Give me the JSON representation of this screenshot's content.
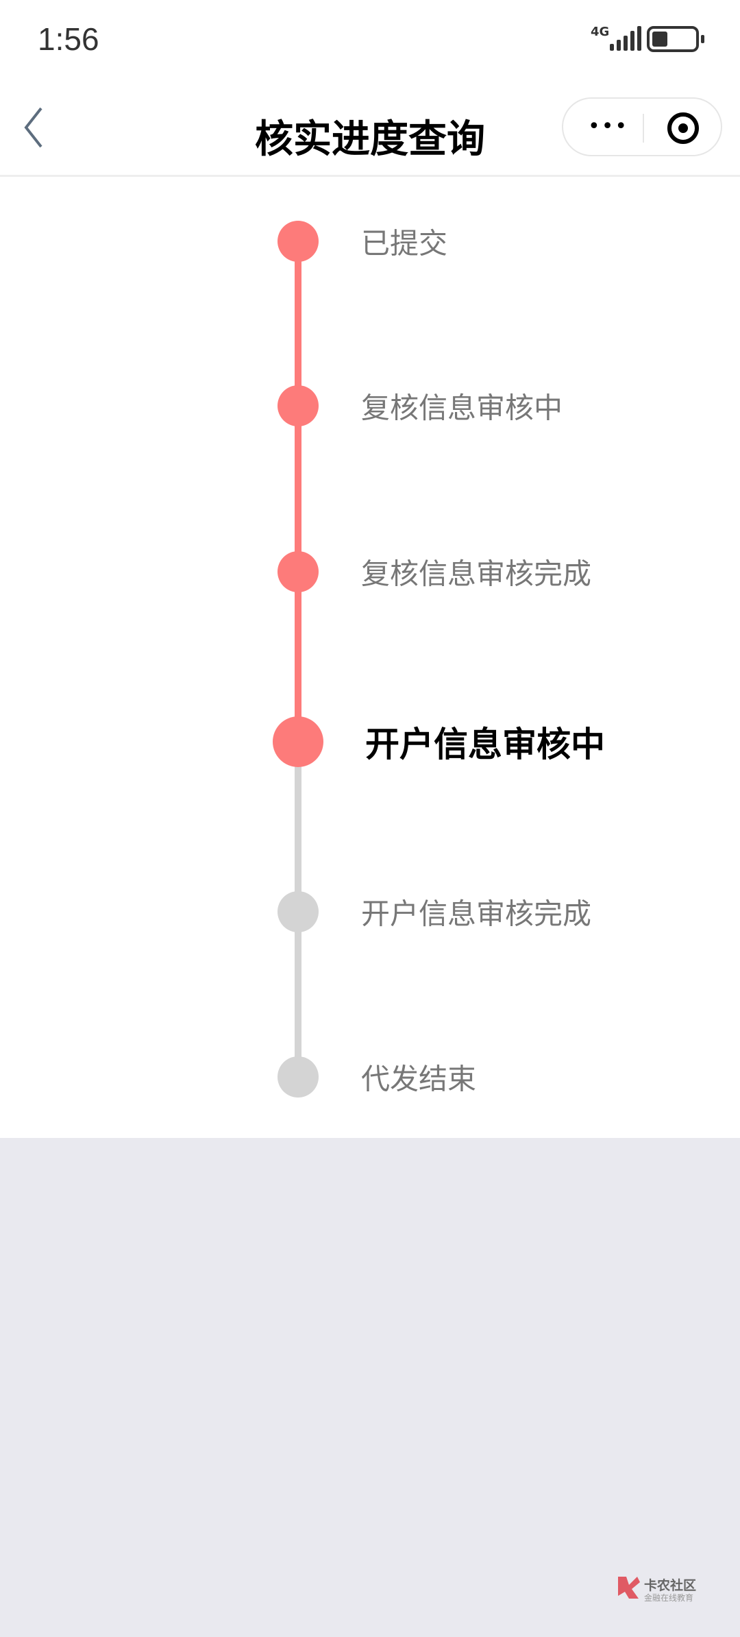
{
  "status_bar": {
    "time": "1:56",
    "network": "4G",
    "battery_level": 0.35
  },
  "nav": {
    "title": "核实进度查询",
    "more_label": "•••"
  },
  "colors": {
    "done": "#fd7b7a",
    "pending": "#d4d4d4",
    "background": "#e9e9ef"
  },
  "steps": [
    {
      "label": "已提交",
      "state": "done"
    },
    {
      "label": "复核信息审核中",
      "state": "done"
    },
    {
      "label": "复核信息审核完成",
      "state": "done"
    },
    {
      "label": "开户信息审核中",
      "state": "current"
    },
    {
      "label": "开户信息审核完成",
      "state": "pending"
    },
    {
      "label": "代发结束",
      "state": "pending"
    }
  ],
  "watermark": {
    "title": "卡农社区",
    "subtitle": "金融在线教育"
  }
}
